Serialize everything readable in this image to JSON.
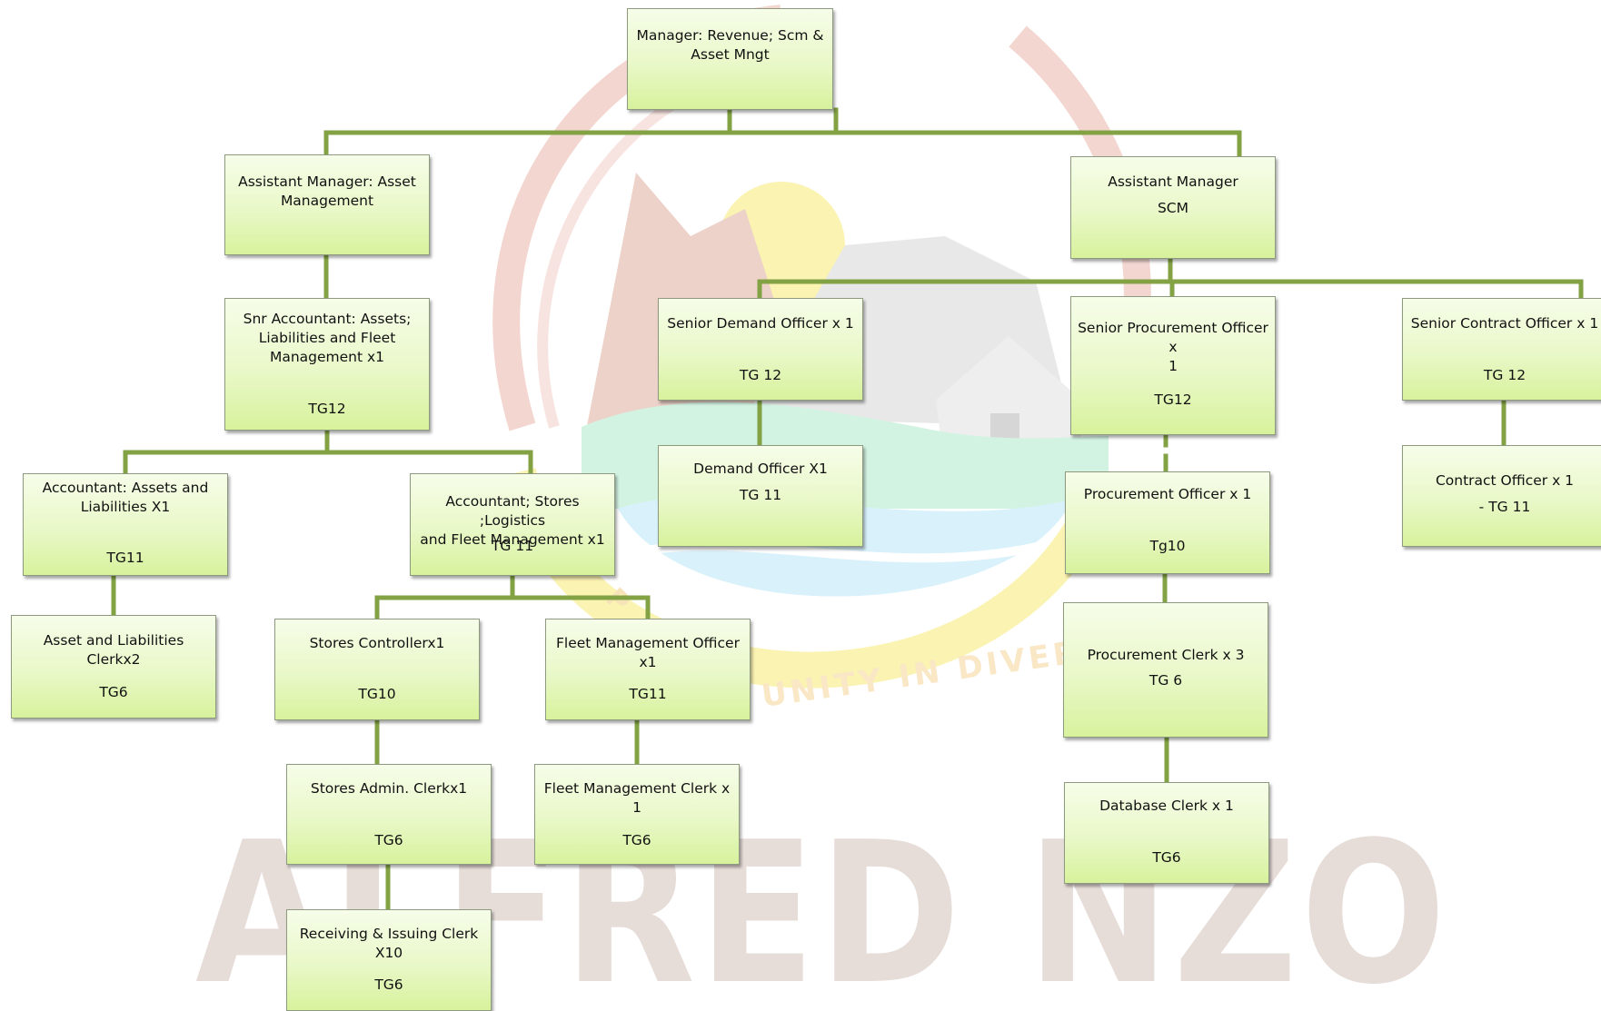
{
  "watermark": {
    "name": "ALFRED NZO",
    "motto": "UNITY IN DIVERSITY",
    "motto_fragment": "P",
    "colors": {
      "ring": "#f3d6d0",
      "sun": "#fbf3b2",
      "mountain": "#e9cfc6",
      "land": "#c9f1dc",
      "water": "#cdeefb",
      "house": "#e6e6e6",
      "text": "#e6dcd8"
    }
  },
  "colors": {
    "connector": "#82a244",
    "node_border": "#8d9a80",
    "node_top": "#f6fde9",
    "node_bottom": "#d7f29c"
  },
  "nodes": {
    "manager": {
      "lines": [
        "Manager: Revenue; Scm &",
        "Asset Mngt"
      ]
    },
    "am_asset": {
      "lines": [
        "Assistant Manager: Asset",
        "Management"
      ]
    },
    "am_scm": {
      "line1": "Assistant Manager",
      "line2": "SCM"
    },
    "snr_accountant": {
      "lines": [
        "Snr Accountant: Assets;",
        "Liabilities and Fleet",
        "Management x1"
      ],
      "grade": "TG12"
    },
    "senior_demand": {
      "title": "Senior Demand Officer x 1",
      "grade": "TG 12"
    },
    "senior_procurement": {
      "lines": [
        "Senior Procurement Officer x",
        "1"
      ],
      "grade": "TG12"
    },
    "senior_contract": {
      "title": "Senior Contract Officer x 1",
      "grade": "TG 12"
    },
    "accountant_assets": {
      "lines": [
        "Accountant:  Assets and",
        "Liabilities X1"
      ],
      "grade": "TG11"
    },
    "accountant_stores": {
      "lines": [
        "Accountant; Stores ;Logistics",
        "and Fleet Management x1"
      ],
      "grade": "TG 11"
    },
    "demand_officer": {
      "title": "Demand Officer X1",
      "grade": "TG 11"
    },
    "procurement_officer": {
      "title": "Procurement Officer  x 1",
      "grade": "Tg10"
    },
    "contract_officer": {
      "title": "Contract Officer x 1",
      "grade": "-   TG 11"
    },
    "asset_clerk": {
      "title": "Asset and Liabilities Clerkx2",
      "grade": "TG6"
    },
    "stores_controller": {
      "title": "Stores Controllerx1",
      "grade": "TG10"
    },
    "fleet_officer": {
      "title": "Fleet Management Officer x1",
      "grade": "TG11"
    },
    "procurement_clerk": {
      "title": "Procurement Clerk x 3",
      "grade": "TG 6"
    },
    "stores_admin": {
      "title": "Stores Admin. Clerkx1",
      "grade": "TG6"
    },
    "fleet_clerk": {
      "title": "Fleet Management Clerk x 1",
      "grade": "TG6"
    },
    "database_clerk": {
      "title": "Database Clerk x 1",
      "grade": "TG6"
    },
    "receiving_clerk": {
      "title": "Receiving & Issuing Clerk X10",
      "grade": "TG6"
    }
  }
}
